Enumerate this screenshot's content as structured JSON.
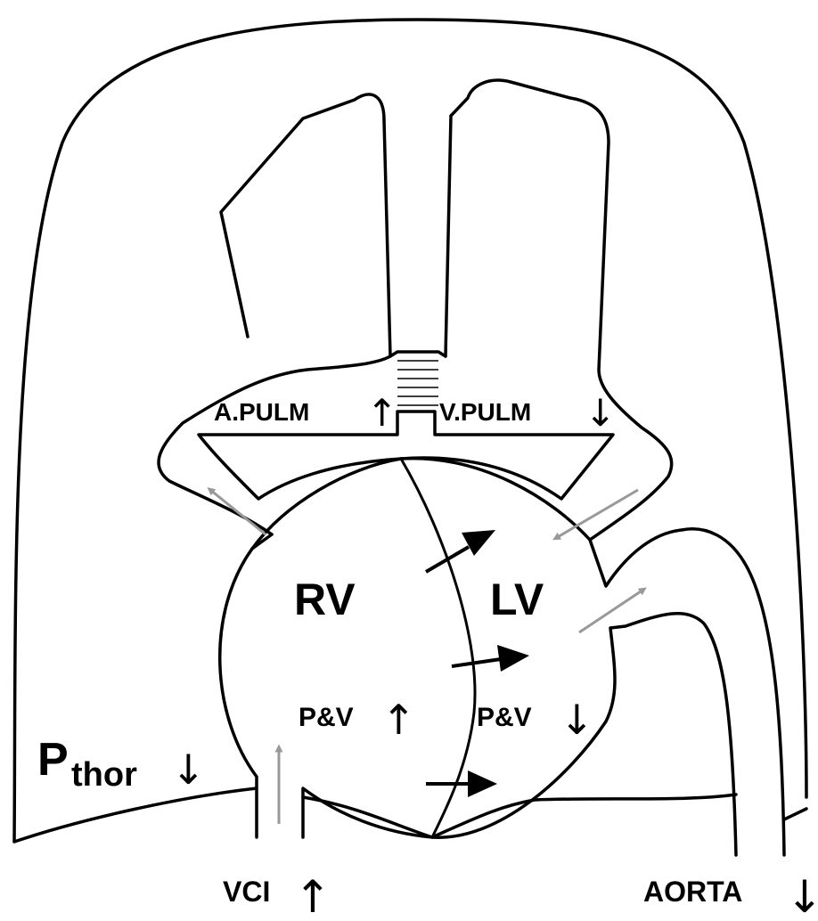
{
  "labels": {
    "pulmonary_artery": "A.PULM",
    "pulmonary_artery_arrow": "↑",
    "pulmonary_vein": "V.PULM",
    "pulmonary_vein_arrow": "↓",
    "right_ventricle": "RV",
    "left_ventricle": "LV",
    "rv_pressure_volume": "P&V",
    "rv_pressure_volume_arrow": "↑",
    "lv_pressure_volume": "P&V",
    "lv_pressure_volume_arrow": "↓",
    "thoracic_pressure_main": "P",
    "thoracic_pressure_sub": "thor",
    "thoracic_pressure_arrow": "↓",
    "vena_cava": "VCI",
    "vena_cava_arrow": "↑",
    "aorta": "AORTA",
    "aorta_arrow": "↓"
  },
  "colors": {
    "outline": "#000000",
    "flow_arrow_gray": "#999999",
    "shift_arrow_black": "#000000",
    "background": "#ffffff"
  }
}
